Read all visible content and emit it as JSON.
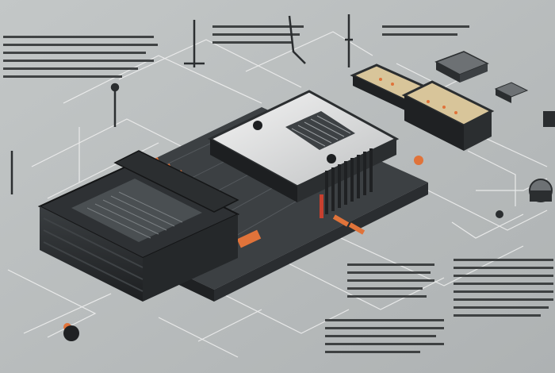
{
  "scene": {
    "palette": {
      "background": "#b9bdbd",
      "board_dark": "#2b2e30",
      "board_mid": "#3c4043",
      "chip_top": "#d9dada",
      "accent_orange": "#e0733a",
      "trace_white": "#f2f2f2",
      "text_glyphs": "#2a2d2e"
    },
    "objects": [
      "circuit-board",
      "large-processor-chip",
      "cpu-socket-module",
      "memory-module",
      "small-modules",
      "circuit-traces",
      "antenna-posts",
      "text-blocks"
    ]
  }
}
